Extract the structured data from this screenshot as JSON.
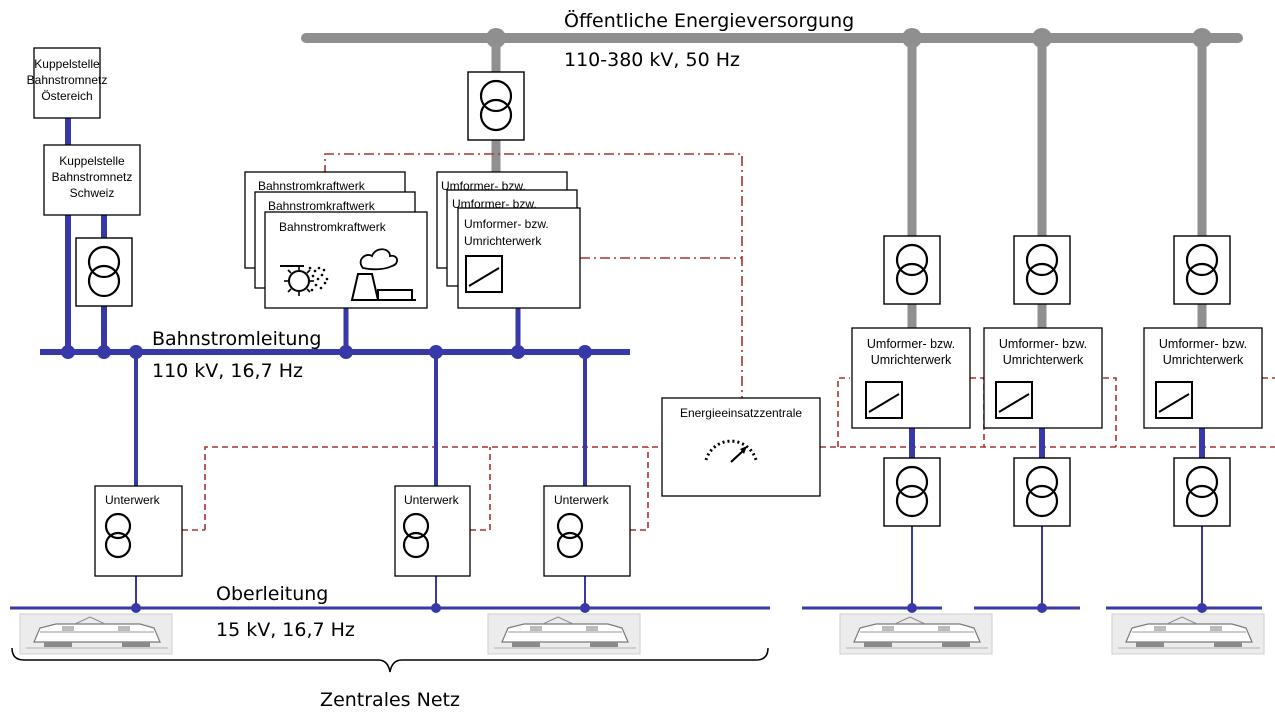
{
  "colors": {
    "public_grid": "#8f8f8f",
    "rail_grid": "#3838a8",
    "control_line": "#a83232"
  },
  "public_grid": {
    "title": "Öffentliche Energieversorgung",
    "voltage": "110-380 kV, 50 Hz"
  },
  "coupling": {
    "austria": [
      "Kuppelstelle",
      "Bahnstromnetz",
      "Östereich"
    ],
    "switzerland": [
      "Kuppelstelle",
      "Bahnstromnetz",
      "Schweiz"
    ]
  },
  "power_plant": {
    "label": "Bahnstromkraftwerk",
    "icons": [
      "water-turbine-icon",
      "power-plant-icon"
    ]
  },
  "converter_stack": {
    "line1": "Umformer- bzw.",
    "line2": "Umrichterwerk"
  },
  "converters_right": [
    {
      "line1": "Umformer- bzw.",
      "line2": "Umrichterwerk"
    },
    {
      "line1": "Umformer- bzw.",
      "line2": "Umrichterwerk"
    },
    {
      "line1": "Umformer- bzw.",
      "line2": "Umrichterwerk"
    }
  ],
  "rail_line": {
    "title": "Bahnstromleitung",
    "voltage": "110 kV, 16,7 Hz"
  },
  "substations": [
    "Unterwerk",
    "Unterwerk",
    "Unterwerk"
  ],
  "control_center": {
    "label": "Energieeinsatzzentrale",
    "icon": "gauge-icon"
  },
  "catenary": {
    "title": "Oberleitung",
    "voltage": "15 kV, 16,7 Hz"
  },
  "central_network": "Zentrales Netz",
  "transformer_icon": "transformer-icon",
  "converter_icon": "converter-icon",
  "locomotive_icon": "locomotive-icon"
}
